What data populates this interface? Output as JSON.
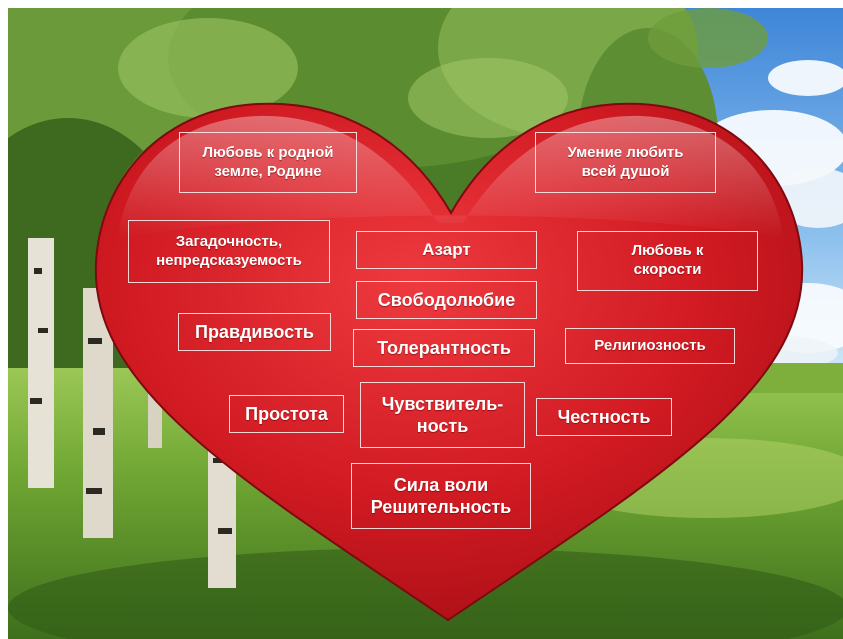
{
  "colors": {
    "heart": "#d21a22",
    "heart_dark": "#8e0a10",
    "sky": "#5aa0e0",
    "grass": "#5e9a2a",
    "foliage": "#3d6b22"
  },
  "labels": {
    "love_homeland": "Любовь к родной\nземле, Родине",
    "love_soul": "Умение любить\nвсей душой",
    "mystery": "Загадочность,\nнепредсказуемость",
    "passion": "Азарт",
    "love_speed": "Любовь к\nскорости",
    "freedom": "Свободолюбие",
    "truthfulness": "Правдивость",
    "tolerance": "Толерантность",
    "religiosity": "Религиозность",
    "simplicity": "Простота",
    "sensitivity": "Чувствитель-\nность",
    "honesty": "Честность",
    "willpower": "Сила воли\nРешительность"
  }
}
